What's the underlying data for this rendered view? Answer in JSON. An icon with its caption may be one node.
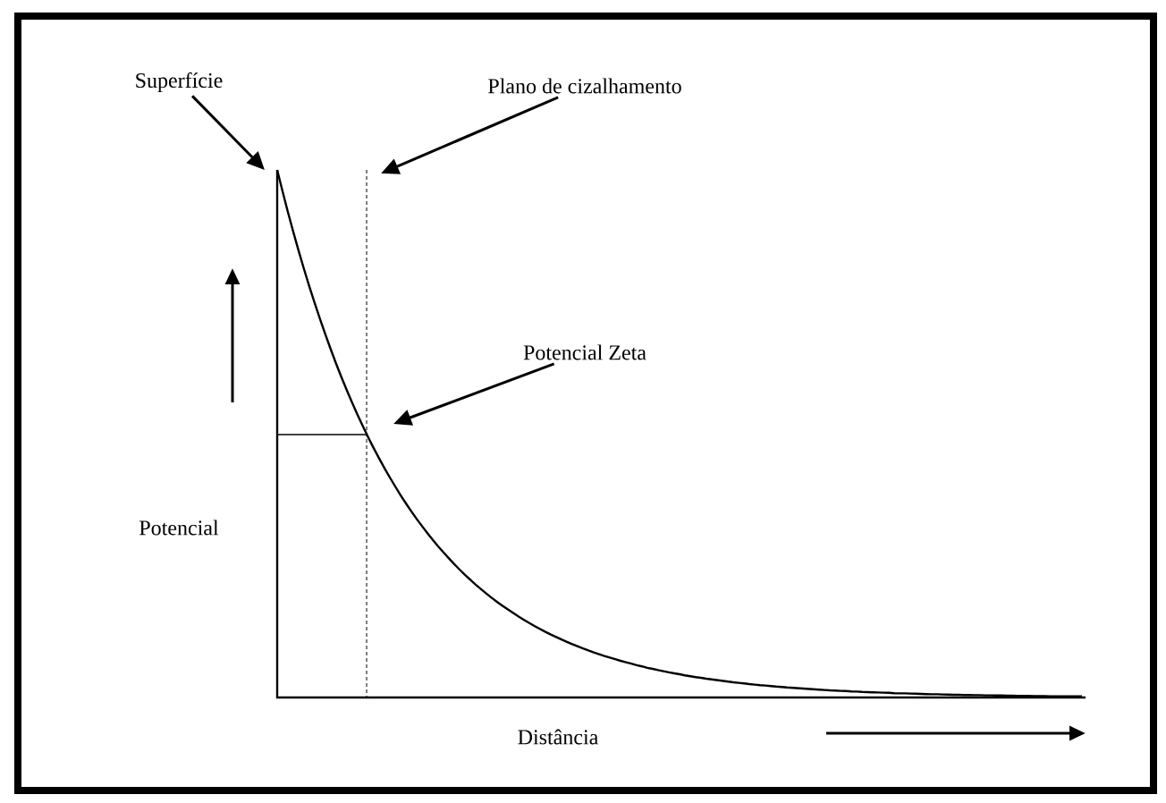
{
  "diagram": {
    "nodes": [
      {
        "text": [
          "Superfície"
        ]
      },
      {
        "text": [
          "Plano de cizalhamento"
        ]
      },
      {
        "text": [
          "Potencial Zeta"
        ]
      }
    ],
    "edges": [
      {
        "from": 0,
        "to": null,
        "arrow": "to"
      },
      {
        "from": 1,
        "to": null,
        "arrow": "to"
      },
      {
        "from": 2,
        "to": null,
        "arrow": "to"
      }
    ],
    "labels": [
      "Potencial",
      "Distância"
    ]
  }
}
